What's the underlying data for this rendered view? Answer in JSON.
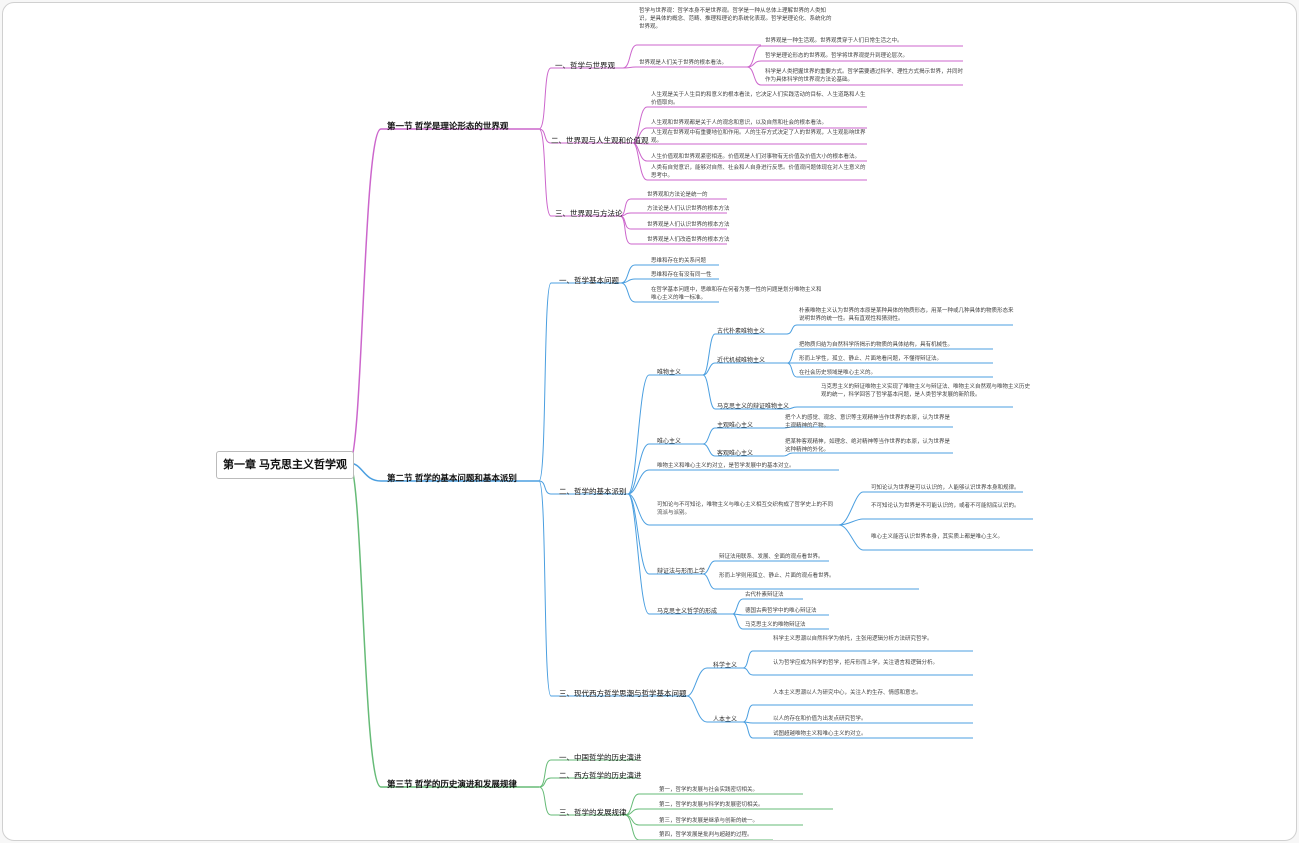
{
  "root": "第一章 马克思主义哲学观",
  "colors": {
    "s1": "#cc66cc",
    "s2": "#4b9fe0",
    "s3": "#66bb77"
  },
  "s1": {
    "title": "第一节 哲学是理论形态的世界观",
    "c1": {
      "title": "一、哲学与世界观",
      "intro": "哲学与世界观：哲学本身不是世界观。哲学是一种从总体上理解世界的人类知识，是具体的概念、范畴、推理和理论的系统化表现。哲学是理论化、系统化的世界观。",
      "p2": "世界观是人们关于世界的根本看法。",
      "d1": "世界观是一种生活观。世界观贯穿于人们日常生活之中。",
      "d2": "哲学是理论形态的世界观。哲学将世界观提升到理论层次。",
      "d3": "科学是人类把握世界的重要方式。哲学需要通过科学、理性方式揭示世界，并同时作为具体科学的世界观方法论基础。"
    },
    "c2": {
      "title": "二、世界观与人生观和价值观",
      "i1": "人生观是关于人生目的和意义的根本看法，它决定人们实践活动的目标、人生道路和人生价值取向。",
      "i2": "人生观和世界观都是关于人的观念和意识，以及自然和社会的根本看法。",
      "i3": "人生观在世界观中有重要地位和作用。人的生存方式决定了人的世界观，人生观影响世界观。",
      "i4": "人生价值观和世界观紧密相连。价值观是人们对事物有无价值及价值大小的根本看法。",
      "i5": "人类有自觉意识，能够对自然、社会和人自身进行反思。价值观问题体现在对人生意义的思考中。"
    },
    "c3": {
      "title": "三、世界观与方法论",
      "items": [
        "世界观和方法论是统一的",
        "方法论是人们认识世界的根本方法",
        "世界观是人们认识世界的根本方法",
        "世界观是人们改造世界的根本方法"
      ]
    }
  },
  "s2": {
    "title": "第二节 哲学的基本问题和基本派别",
    "c1": {
      "title": "一、哲学基本问题",
      "items": [
        "思维和存在的关系问题",
        "思维和存在有没有同一性",
        "在哲学基本问题中，思维和存在何者为第一性的问题是划分唯物主义和唯心主义的唯一标准。"
      ]
    },
    "c2": {
      "title": "二、哲学的基本派别",
      "mat": {
        "title": "唯物主义",
        "ancient": {
          "title": "古代朴素唯物主义",
          "desc": "朴素唯物主义认为世界的本原是某种具体的物质形态，用某一种或几种具体的物质形态来说明世界的统一性。具有直观性和猜测性。"
        },
        "modern": {
          "title": "近代机械唯物主义",
          "d1": "把物质归结为自然科学所揭示的物质的具体结构，具有机械性。",
          "d2": "形而上学性，孤立、静止、片面地看问题，不懂得辩证法。",
          "d3": "在社会历史领域是唯心主义的。"
        },
        "marx": {
          "title": "马克思主义的辩证唯物主义",
          "desc": "马克思主义的辩证唯物主义实现了唯物主义与辩证法、唯物主义自然观与唯物主义历史观的统一，科学回答了哲学基本问题，是人类哲学发展的新阶段。"
        }
      },
      "ideal": {
        "title": "唯心主义",
        "subj": {
          "title": "主观唯心主义",
          "desc": "把个人的感觉、观念、意识等主观精神当作世界的本原，认为世界是主观精神的产物。"
        },
        "obj": {
          "title": "客观唯心主义",
          "desc": "把某种客观精神，如理念、绝对精神等当作世界的本原，认为世界是这种精神的外化。"
        }
      },
      "i3": "唯物主义和唯心主义的对立，是哲学发展中的基本对立。",
      "i4": {
        "desc": "可知论与不可知论，唯物主义与唯心主义相互交织构成了哲学史上的不同流派与派别。",
        "d1": "可知论认为世界是可以认识的，人能够认识世界本身和规律。",
        "d2": "不可知论认为世界是不可能认识的，或者不可能彻底认识的。",
        "d3": "唯心主义能否认识世界本身，其实质上都是唯心主义。"
      },
      "i5": {
        "title": "辩证法与形而上学",
        "d1": "辩证法用联系、发展、全面的观点看世界。",
        "d2": "形而上学则用孤立、静止、片面的观点看世界。"
      },
      "i6": {
        "title": "马克思主义哲学的形成",
        "d1": "古代朴素辩证法",
        "d2": "德国古典哲学中的唯心辩证法",
        "d3": "马克思主义的唯物辩证法"
      }
    },
    "c3": {
      "title": "三、现代西方哲学思潮与哲学基本问题",
      "sci": {
        "title": "科学主义",
        "d1": "科学主义思潮以自然科学为依托，主张用逻辑分析方法研究哲学。",
        "d2": "认为哲学应成为科学的哲学，拒斥形而上学，关注语言和逻辑分析。"
      },
      "hum": {
        "title": "人本主义",
        "d1": "人本主义思潮以人为研究中心，关注人的生存、情感和意志。",
        "d2": "以人的存在和价值为出发点研究哲学。",
        "d3": "试图超越唯物主义和唯心主义的对立。"
      }
    }
  },
  "s3": {
    "title": "第三节 哲学的历史演进和发展规律",
    "c1": "一、中国哲学的历史演进",
    "c2": "二、西方哲学的历史演进",
    "c3": {
      "title": "三、哲学的发展规律",
      "items": [
        "第一，哲学的发展与社会实践密切相关。",
        "第二，哲学的发展与科学的发展密切相关。",
        "第三，哲学的发展是继承与创新的统一。",
        "第四，哲学发展是批判与超越的过程。"
      ]
    }
  }
}
